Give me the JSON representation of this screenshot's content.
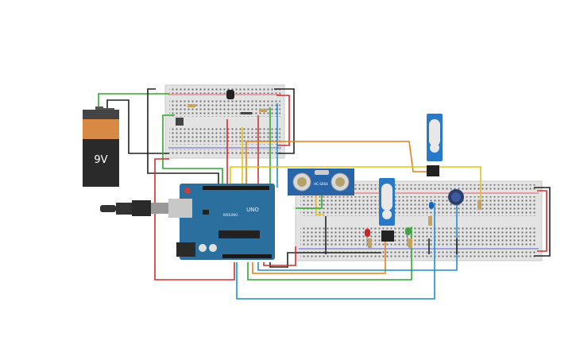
{
  "battery": {
    "label": "9V"
  },
  "arduino": {
    "brand": "ARDUINO",
    "model": "UNO"
  },
  "ultrasonic": {
    "label": "HC-SR04"
  },
  "colors": {
    "breadboard": "#e6e6e6",
    "arduino_board": "#2a6f9e",
    "servo": "#2979c9",
    "wire_red": "#d32f2f",
    "wire_black": "#222222",
    "wire_green": "#2ea82e",
    "wire_yellow": "#e6c219",
    "wire_orange": "#e0821c",
    "wire_blue": "#1e8ed6",
    "led_red": "#c62828",
    "led_green": "#43a047",
    "led_blue": "#1565c0"
  }
}
